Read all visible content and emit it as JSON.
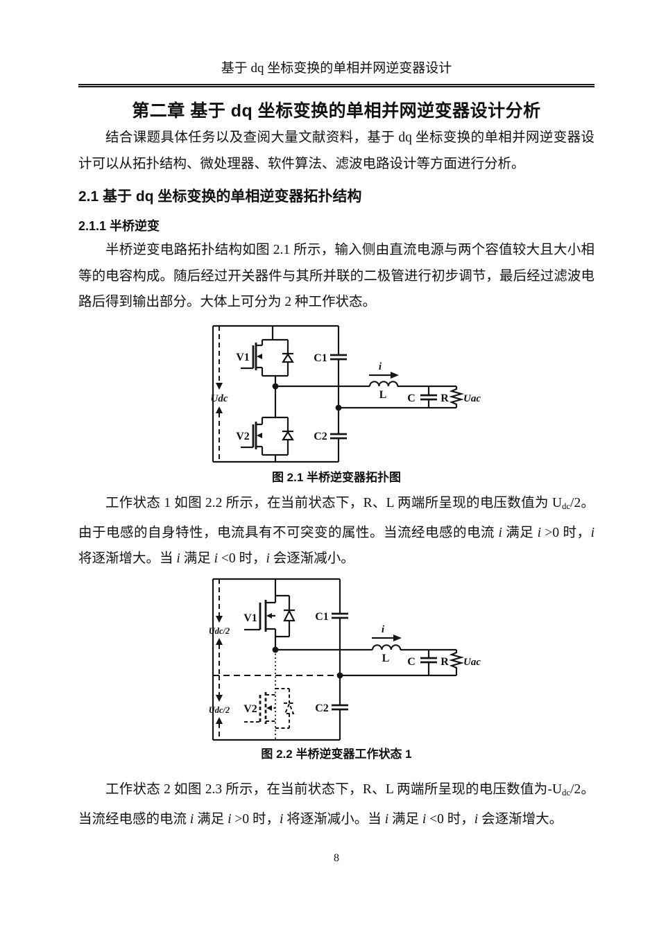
{
  "page": {
    "number": "8",
    "background": "#ffffff",
    "ink": "#111111"
  },
  "header": {
    "title": "基于 dq 坐标变换的单相并网逆变器设计"
  },
  "chapter": {
    "title": "第二章 基于 dq 坐标变换的单相并网逆变器设计分析"
  },
  "headings": {
    "s21": "2.1 基于 dq 坐标变换的单相逆变器拓扑结构",
    "s211": "2.1.1 半桥逆变"
  },
  "paragraphs": {
    "intro": {
      "indent": true,
      "lines": [
        [
          {
            "t": "结合课题具体任务以及查阅大量文献资料，基于 dq 坐标变换的单相并网逆变器设"
          }
        ],
        [
          {
            "t": "计可以从拓扑结构、微处理器、软件算法、滤波电路设计等方面进行分析。"
          }
        ]
      ]
    },
    "topology": {
      "indent": true,
      "lines": [
        [
          {
            "t": "半桥逆变电路拓扑结构如图 2.1 所示，输入侧由直流电源与两个容值较大且大小相"
          }
        ],
        [
          {
            "t": "等的电容构成。随后经过开关器件与其所并联的二极管进行初步调节，最后经过滤波电"
          }
        ],
        [
          {
            "t": "路后得到输出部分。大体上可分为 2 种工作状态。"
          }
        ]
      ]
    },
    "state1": {
      "indent": true,
      "lines": [
        [
          {
            "t": "工作状态 1 如图 2.2 所示，在当前状态下，R、L 两端所呈现的电压数值为 U"
          },
          {
            "t": "dc",
            "s": "sub"
          },
          {
            "t": "/2。"
          }
        ],
        [
          {
            "t": "由于电感的自身特性，电流具有不可突变的属性。当流经电感的电流 "
          },
          {
            "t": "i",
            "s": "i"
          },
          {
            "t": " 满足 "
          },
          {
            "t": "i",
            "s": "i"
          },
          {
            "t": " >0 时，"
          },
          {
            "t": "i",
            "s": "i"
          }
        ],
        [
          {
            "t": "将逐渐增大。当 "
          },
          {
            "t": "i",
            "s": "i"
          },
          {
            "t": " 满足 "
          },
          {
            "t": "i",
            "s": "i"
          },
          {
            "t": " <0 时，"
          },
          {
            "t": "i",
            "s": "i"
          },
          {
            "t": " 会逐渐减小。"
          }
        ]
      ]
    },
    "state2": {
      "indent": true,
      "lines": [
        [
          {
            "t": "工作状态 2 如图 2.3 所示，在当前状态下，R、L 两端所呈现的电压数值为-U"
          },
          {
            "t": "dc",
            "s": "sub"
          },
          {
            "t": "/2。"
          }
        ],
        [
          {
            "t": "当流经电感的电流 "
          },
          {
            "t": "i",
            "s": "i"
          },
          {
            "t": " 满足 "
          },
          {
            "t": "i",
            "s": "i"
          },
          {
            "t": " >0 时，"
          },
          {
            "t": "i",
            "s": "i"
          },
          {
            "t": " 将逐渐减小。当 "
          },
          {
            "t": "i",
            "s": "i"
          },
          {
            "t": " 满足 "
          },
          {
            "t": "i",
            "s": "i"
          },
          {
            "t": " <0 时，"
          },
          {
            "t": "i",
            "s": "i"
          },
          {
            "t": " 会逐渐增大。"
          }
        ]
      ]
    }
  },
  "figures": {
    "fig1": {
      "caption": "图 2.1 半桥逆变器拓扑图",
      "labels": {
        "v1": "V1",
        "v2": "V2",
        "c1": "C1",
        "c2": "C2",
        "udc": "Udc",
        "current": "i",
        "l": "L",
        "c": "C",
        "r": "R",
        "uac": "Uac"
      }
    },
    "fig2": {
      "caption": "图 2.2 半桥逆变器工作状态 1",
      "labels": {
        "v1": "V1",
        "v2": "V2",
        "c1": "C1",
        "c2": "C2",
        "udc_top": "Udc/2",
        "udc_bottom": "Udc/2",
        "current": "i",
        "l": "L",
        "c": "C",
        "r": "R",
        "uac": "Uac"
      }
    }
  }
}
